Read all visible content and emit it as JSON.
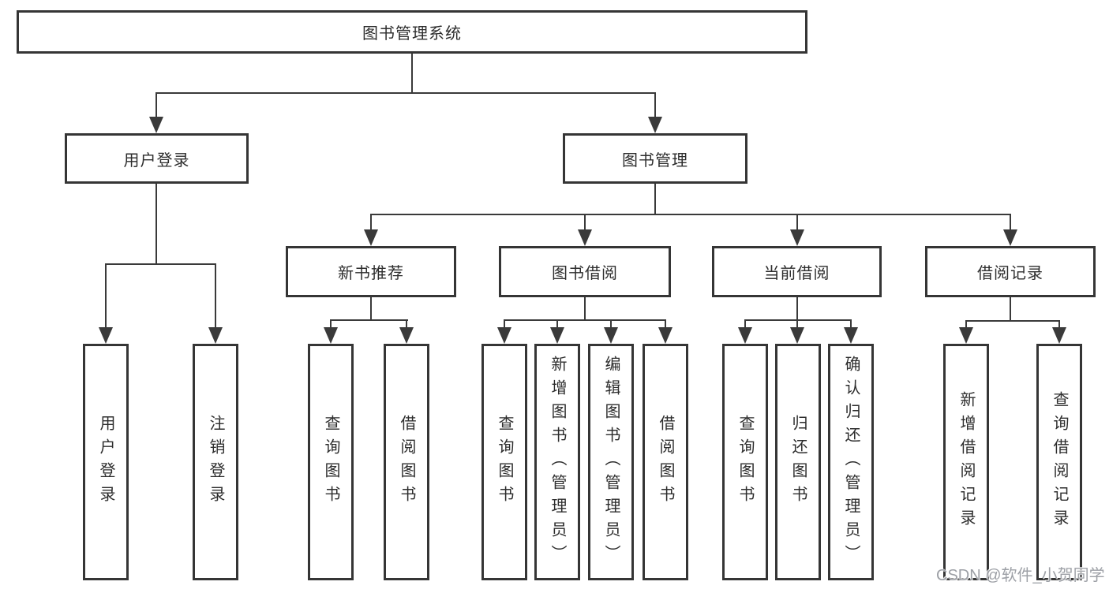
{
  "diagram": {
    "type": "hierarchy-tree",
    "orientation": "top-down"
  },
  "colors": {
    "line": "#3a3a3a",
    "box_border": "#353535",
    "text": "#2d2d2d",
    "watermark": "#9da0a6",
    "background": "#ffffff"
  },
  "tree": {
    "root": {
      "label": "图书管理系统"
    },
    "branches": [
      {
        "label": "用户登录",
        "leaves": [
          {
            "label": "用户登录"
          },
          {
            "label": "注销登录"
          }
        ]
      },
      {
        "label": "图书管理",
        "sections": [
          {
            "label": "新书推荐",
            "leaves": [
              {
                "label": "查询图书"
              },
              {
                "label": "借阅图书"
              }
            ]
          },
          {
            "label": "图书借阅",
            "leaves": [
              {
                "label": "查询图书"
              },
              {
                "label": "新增图书（管理员）"
              },
              {
                "label": "编辑图书（管理员）"
              },
              {
                "label": "借阅图书"
              }
            ]
          },
          {
            "label": "当前借阅",
            "leaves": [
              {
                "label": "查询图书"
              },
              {
                "label": "归还图书"
              },
              {
                "label": "确认归还（管理员）"
              }
            ]
          },
          {
            "label": "借阅记录",
            "leaves": [
              {
                "label": "新增借阅记录"
              },
              {
                "label": "查询借阅记录"
              }
            ]
          }
        ]
      }
    ]
  },
  "watermark": {
    "text": "CSDN @软件_小贺同学"
  }
}
